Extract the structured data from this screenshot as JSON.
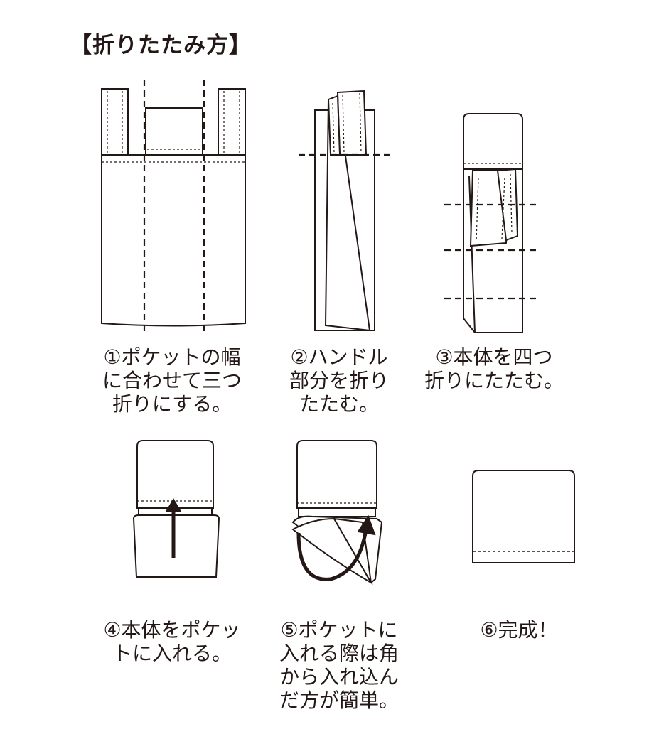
{
  "title": "【折りたたみ方】",
  "steps": [
    {
      "lines": [
        "①ポケットの幅",
        "に合わせて三つ",
        "折りにする。"
      ]
    },
    {
      "lines": [
        "②ハンドル",
        "部分を折り",
        "たたむ。"
      ]
    },
    {
      "lines": [
        "③本体を四つ",
        "折りにたたむ。"
      ]
    },
    {
      "lines": [
        "④本体をポケッ",
        "トに入れる。"
      ]
    },
    {
      "lines": [
        "⑤ポケットに",
        "入れる際は角",
        "から入れ込ん",
        "だ方が簡単。"
      ]
    },
    {
      "lines": [
        "⑥完成！"
      ]
    }
  ],
  "colors": {
    "ink": "#231815",
    "paper": "#ffffff"
  }
}
